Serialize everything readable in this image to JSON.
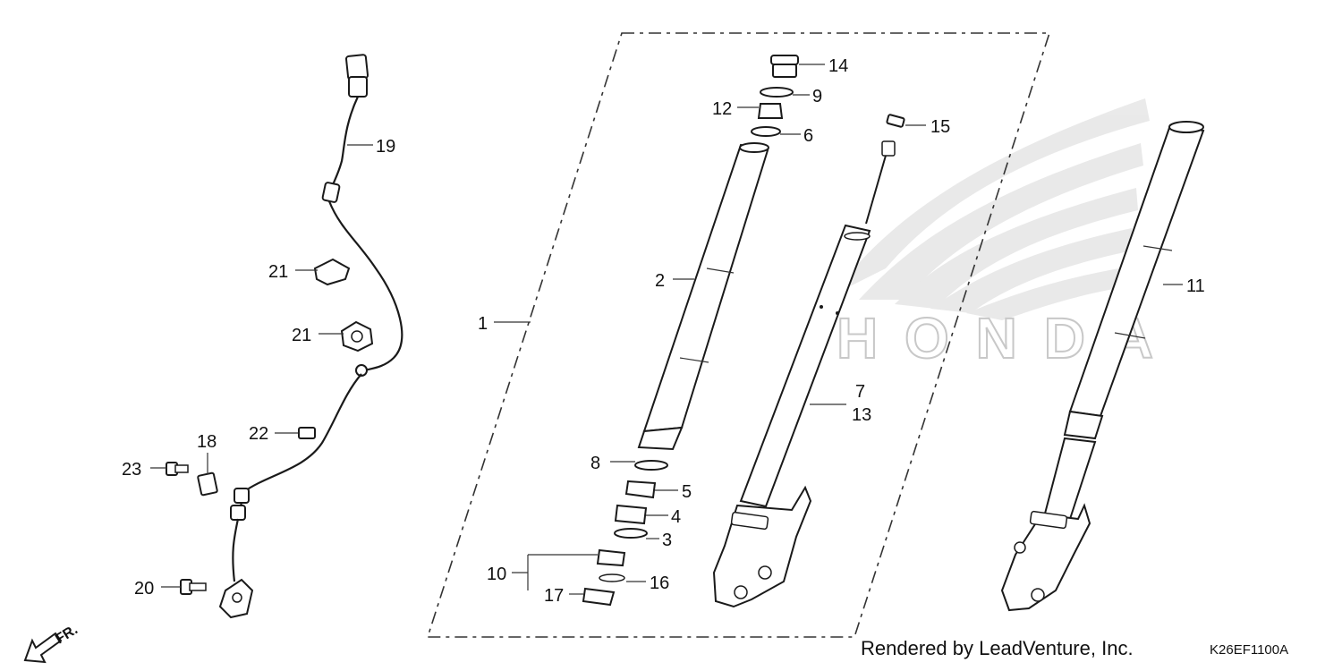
{
  "brand_watermark": "HONDA",
  "credit": "Rendered by LeadVenture, Inc.",
  "diagram_code": "K26EF1100A",
  "direction_label": "FR.",
  "callouts": {
    "c1": "1",
    "c2": "2",
    "c3": "3",
    "c4": "4",
    "c5": "5",
    "c6": "6",
    "c7": "7",
    "c8": "8",
    "c9": "9",
    "c10": "10",
    "c11": "11",
    "c12": "12",
    "c13": "13",
    "c14": "14",
    "c15": "15",
    "c16": "16",
    "c17": "17",
    "c18": "18",
    "c19": "19",
    "c20": "20",
    "c21a": "21",
    "c21b": "21",
    "c22": "22",
    "c23": "23"
  },
  "colors": {
    "line": "#1a1a1a",
    "watermark": "#d8d8d8",
    "background": "#ffffff"
  }
}
